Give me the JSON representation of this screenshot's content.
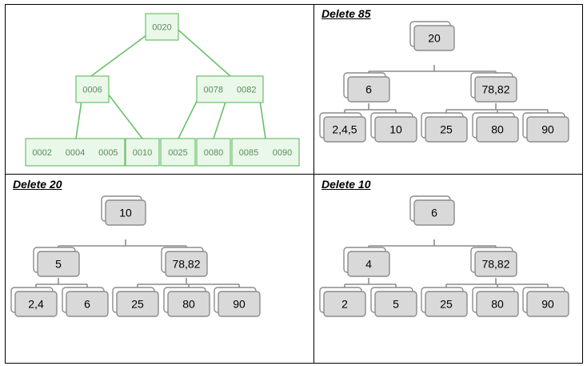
{
  "panels": {
    "original": {
      "root": {
        "keys": [
          "0020"
        ]
      },
      "internal": [
        {
          "keys": [
            "0006"
          ]
        },
        {
          "keys": [
            "0078",
            "0082"
          ]
        }
      ],
      "leaves": [
        {
          "keys": [
            "0002",
            "0004",
            "0005"
          ]
        },
        {
          "keys": [
            "0010"
          ]
        },
        {
          "keys": [
            "0025"
          ]
        },
        {
          "keys": [
            "0080"
          ]
        },
        {
          "keys": [
            "0085",
            "0090"
          ]
        }
      ]
    },
    "delete_85": {
      "title": "Delete 85",
      "root": "20",
      "internal": [
        "6",
        "78,82"
      ],
      "leaves": [
        "2,4,5",
        "10",
        "25",
        "80",
        "90"
      ]
    },
    "delete_20": {
      "title": "Delete 20",
      "root": "10",
      "internal": [
        "5",
        "78,82"
      ],
      "leaves": [
        "2,4",
        "6",
        "25",
        "80",
        "90"
      ]
    },
    "delete_10": {
      "title": "Delete 10",
      "root": "6",
      "internal": [
        "4",
        "78,82"
      ],
      "leaves": [
        "2",
        "5",
        "25",
        "80",
        "90"
      ]
    }
  },
  "colors": {
    "green_line": "#6cbf6c",
    "green_fill": "#eaf8ea",
    "green_text": "#5a8a5a",
    "node_fill": "#d9d9d9",
    "node_border": "#8c8c8c"
  }
}
